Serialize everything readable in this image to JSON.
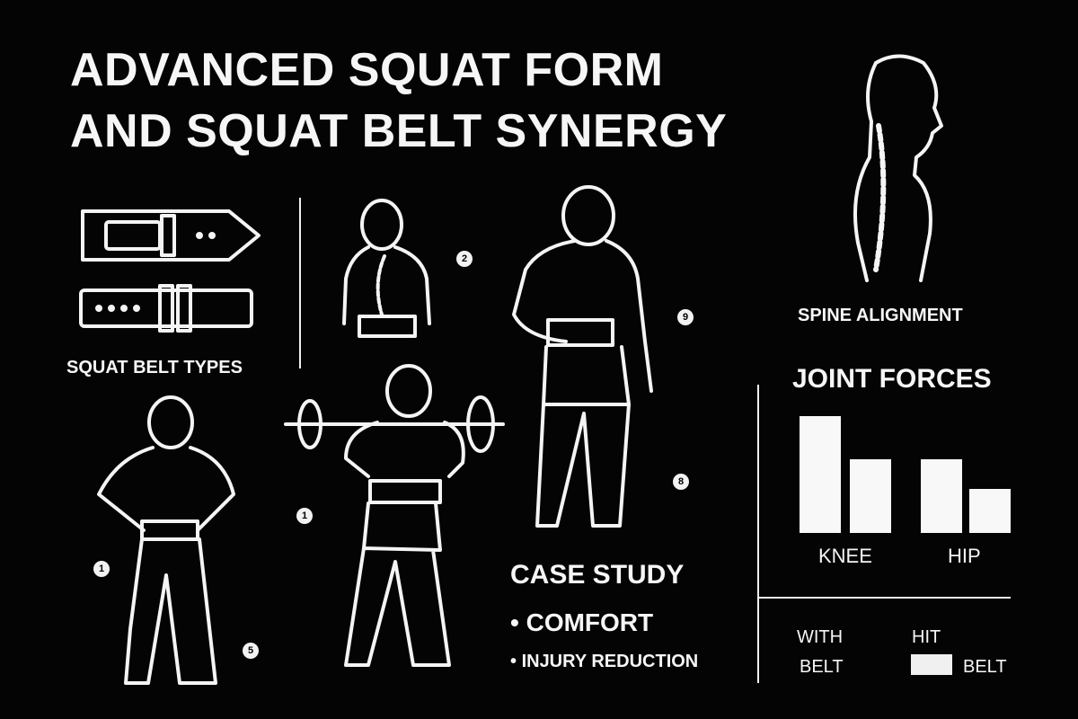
{
  "title": {
    "line1": "ADVANCED SQUAT FORM",
    "line2": "AND SQUAT BELT SYNERGY"
  },
  "belt_section": {
    "label": "SQUAT BELT TYPES"
  },
  "spine_section": {
    "label": "SPINE ALIGNMENT"
  },
  "badges": [
    "2",
    "9",
    "8",
    "1",
    "1",
    "5"
  ],
  "case_study": {
    "heading": "CASE STUDY",
    "bullets": [
      "COMFORT",
      "INJURY REDUCTION"
    ]
  },
  "chart_data": {
    "type": "bar",
    "title": "JOINT FORCES",
    "categories": [
      "KNEE",
      "HIP"
    ],
    "series": [
      {
        "name": "WITH BELT",
        "values": [
          100,
          63
        ]
      },
      {
        "name": "HIT BELT",
        "values": [
          63,
          38
        ]
      }
    ],
    "ylim": [
      0,
      100
    ],
    "legend": {
      "item1_line1": "WITH",
      "item1_line2": "BELT",
      "item2_line1": "HIT",
      "item2_line2": "BELT"
    },
    "legend_placement": "bottom",
    "colors": {
      "bar": "#f8f8f8",
      "background": "#040404"
    }
  }
}
